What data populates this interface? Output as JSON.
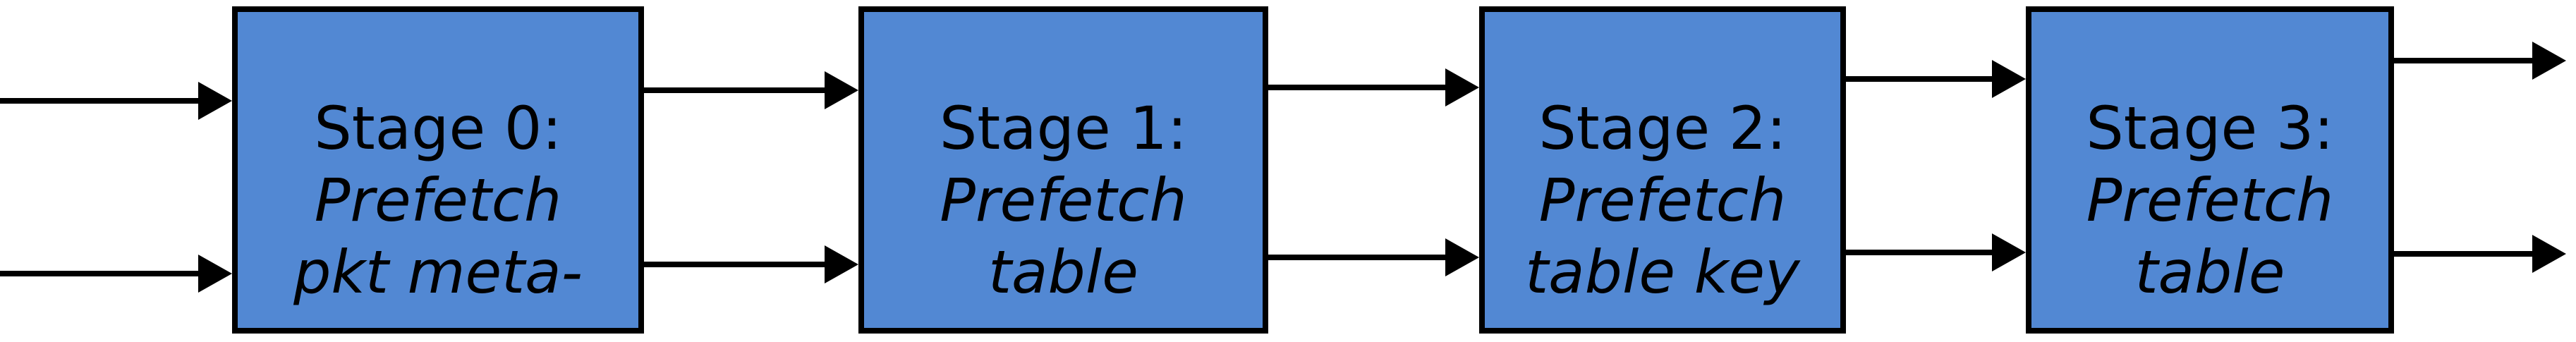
{
  "diagram": {
    "description": "Four-stage pipeline flow diagram",
    "stage_count": "4"
  },
  "colors": {
    "background": "#ffffff",
    "box-fill": "#5288D3",
    "box-border": "#000000",
    "arrow": "#000000",
    "text": "#000000"
  },
  "stages": [
    {
      "title": "Stage 0:",
      "subtitle_line_1": "Prefetch",
      "subtitle_line_2": "pkt meta-"
    },
    {
      "title": "Stage 1:",
      "subtitle_line_1": "Prefetch",
      "subtitle_line_2": "table"
    },
    {
      "title": "Stage 2:",
      "subtitle_line_1": "Prefetch",
      "subtitle_line_2": "table key"
    },
    {
      "title": "Stage 3:",
      "subtitle_line_1": "Prefetch",
      "subtitle_line_2": "table"
    }
  ]
}
